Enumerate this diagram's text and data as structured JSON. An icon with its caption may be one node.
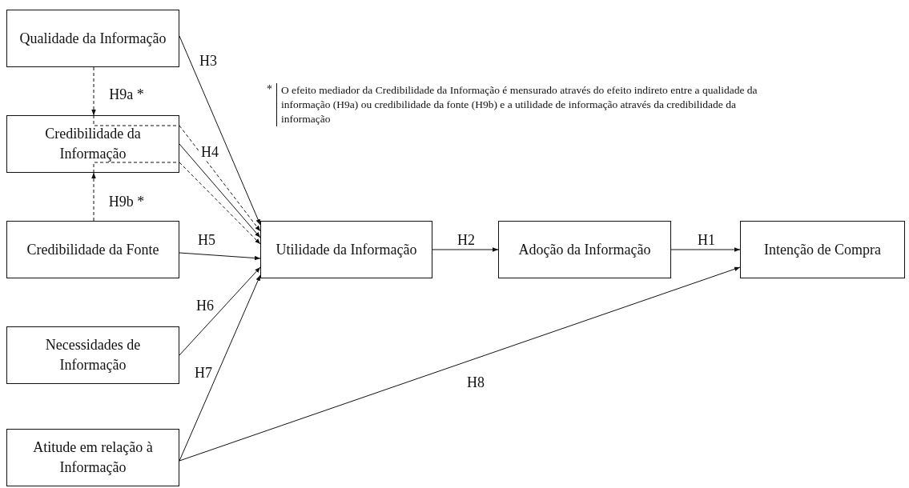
{
  "diagram": {
    "nodes": [
      {
        "text": [
          "Qualidade da Informação"
        ]
      },
      {
        "text": [
          "Credibilidade da Informação"
        ]
      },
      {
        "text": [
          "Credibilidade da Fonte"
        ]
      },
      {
        "text": [
          "Necessidades de Informação"
        ]
      },
      {
        "text": [
          "Atitude em relação à Informação"
        ]
      },
      {
        "text": [
          "Utilidade da Informação"
        ]
      },
      {
        "text": [
          "Adoção da Informação"
        ]
      },
      {
        "text": [
          "Intenção de Compra"
        ]
      }
    ],
    "edges": [
      {
        "from": 0,
        "to": 5,
        "arrow": "to",
        "label": "H3"
      },
      {
        "from": 0,
        "to": 1,
        "arrow": "to",
        "label": "H9a *",
        "style": "dashed"
      },
      {
        "from": 1,
        "to": 5,
        "arrow": "to",
        "style": "dashed"
      },
      {
        "from": 1,
        "to": 5,
        "arrow": "to",
        "label": "H4"
      },
      {
        "from": 1,
        "to": 5,
        "arrow": "to",
        "style": "dashed"
      },
      {
        "from": 2,
        "to": 1,
        "arrow": "to",
        "label": "H9b *",
        "style": "dashed"
      },
      {
        "from": 2,
        "to": 5,
        "arrow": "to",
        "label": "H5"
      },
      {
        "from": 3,
        "to": 5,
        "arrow": "to",
        "label": "H6"
      },
      {
        "from": 4,
        "to": 5,
        "arrow": "to",
        "label": "H7"
      },
      {
        "from": 4,
        "to": 7,
        "arrow": "to",
        "label": "H8"
      },
      {
        "from": 5,
        "to": 6,
        "arrow": "to",
        "label": "H2"
      },
      {
        "from": 6,
        "to": 7,
        "arrow": "to",
        "label": "H1"
      }
    ],
    "labels": [
      "*",
      "O efeito mediador da Credibilidade da Informação é mensurado através do efeito indireto entre a qualidade da informação (H9a) ou credibilidade da fonte (H9b) e a utilidade de informação através da credibilidade da informação"
    ]
  }
}
